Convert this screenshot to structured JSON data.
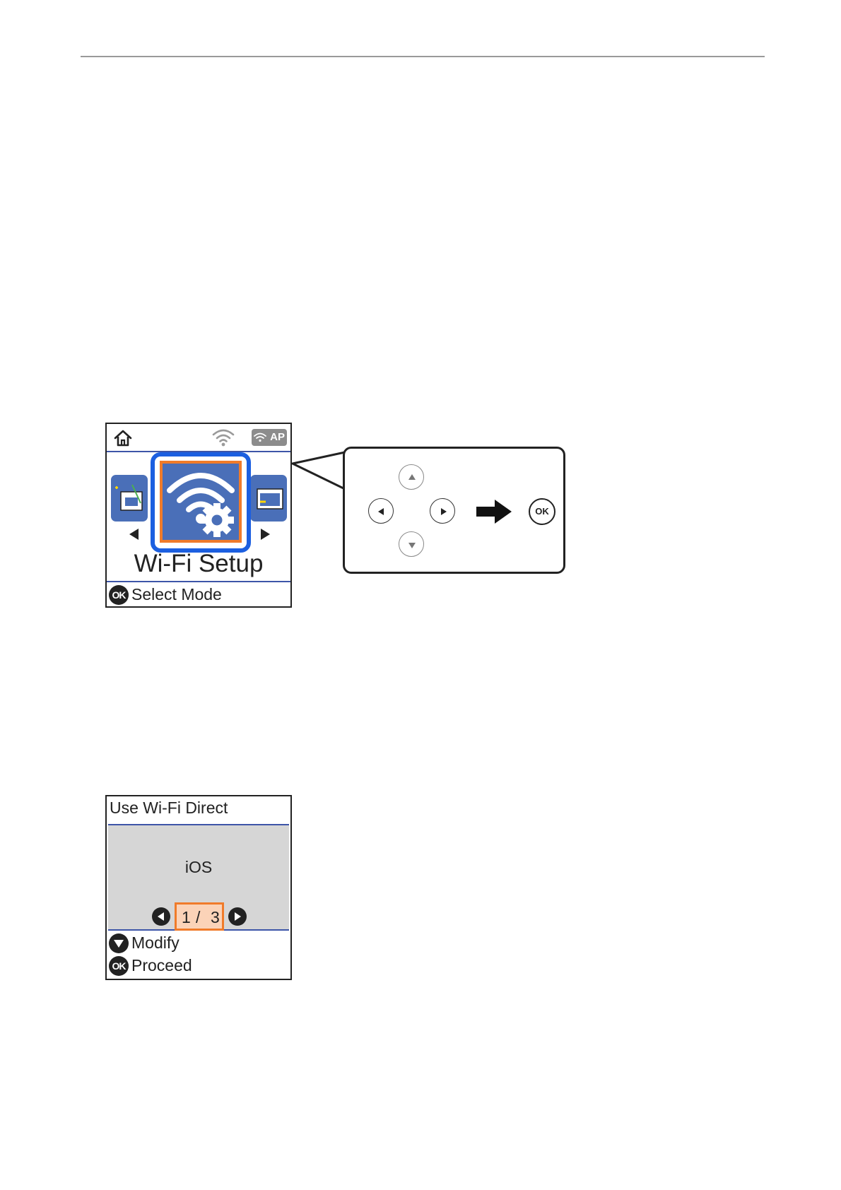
{
  "colors": {
    "accent_blue": "#1c5fe0",
    "highlight_orange": "#f07b2a",
    "tile_blue": "#4a6fb8",
    "panel_gray": "#d6d6d6"
  },
  "screen_wifi_setup": {
    "status_bar": {
      "icons": [
        "home-icon",
        "wifi-signal-icon"
      ],
      "ap_badge": "AP"
    },
    "selected_mode": "Wi-Fi Setup",
    "selected_mode_icon": "wifi-setup-icon",
    "footer": {
      "ok_badge": "OK",
      "label": "Select Mode"
    }
  },
  "control_panel": {
    "buttons": [
      "up-button",
      "left-button",
      "right-button",
      "down-button"
    ],
    "ok_label": "OK"
  },
  "screen_wifi_direct": {
    "title": "Use Wi-Fi Direct",
    "option": "iOS",
    "pager": {
      "current": "1",
      "separator": "/",
      "total": "3"
    },
    "hints": [
      {
        "icon": "down-arrow-icon",
        "label": "Modify"
      },
      {
        "icon": "ok-badge",
        "badge": "OK",
        "label": "Proceed"
      }
    ]
  }
}
